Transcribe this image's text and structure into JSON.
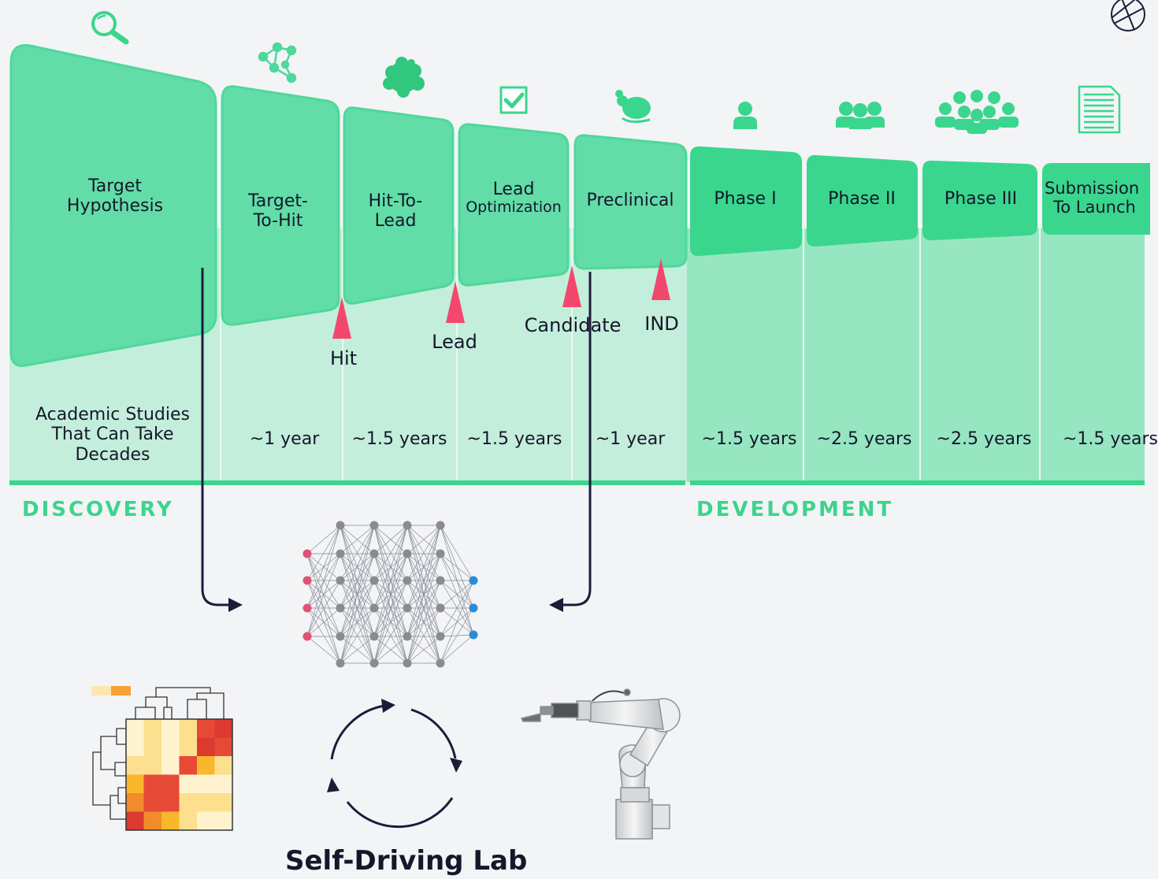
{
  "stages": [
    {
      "name_line1": "Target",
      "name_line2": "Hypothesis",
      "duration_line1": "Academic Studies",
      "duration_line2": "That Can Take",
      "duration_line3": "Decades",
      "icon": "magnifier-icon"
    },
    {
      "name_line1": "Target-",
      "name_line2": "To-Hit",
      "duration_line1": "~1 year",
      "icon": "molecule-network-icon"
    },
    {
      "name_line1": "Hit-To-",
      "name_line2": "Lead",
      "duration_line1": "~1.5 years",
      "icon": "protein-blob-icon"
    },
    {
      "name_line1": "Lead",
      "name_line2": "Optimization",
      "duration_line1": "~1.5 years",
      "icon": "checkbox-icon"
    },
    {
      "name_line1": "Preclinical",
      "duration_line1": "~1 year",
      "icon": "mouse-icon"
    },
    {
      "name_line1": "Phase I",
      "duration_line1": "~1.5 years",
      "icon": "person-icon"
    },
    {
      "name_line1": "Phase II",
      "duration_line1": "~2.5 years",
      "icon": "group-icon"
    },
    {
      "name_line1": "Phase III",
      "duration_line1": "~2.5 years",
      "icon": "crowd-icon"
    },
    {
      "name_line1": "Submission",
      "name_line2": "To Launch",
      "duration_line1": "~1.5 years",
      "icon": "document-icon"
    }
  ],
  "milestones": {
    "hit": "Hit",
    "lead": "Lead",
    "candidate": "Candidate",
    "ind": "IND"
  },
  "sections": {
    "discovery": "DISCOVERY",
    "development": "DEVELOPMENT"
  },
  "self_driving_lab": {
    "title": "Self-Driving Lab"
  },
  "colors": {
    "discovery_box": "#62dda8",
    "development_box": "#3ad68e",
    "discovery_band": "#c3eedb",
    "development_band": "#96e6c1",
    "milestone_marker": "#f2486e",
    "section_label": "#3cd48c",
    "arrow": "#1d1b3a"
  }
}
